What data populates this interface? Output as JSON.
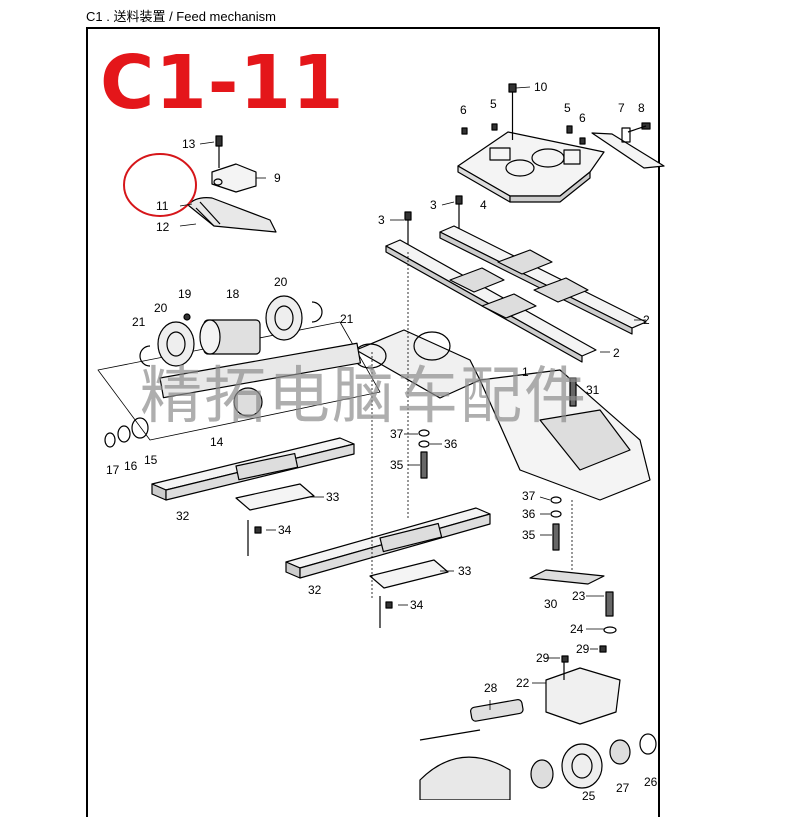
{
  "header": {
    "text": "C1 . 送料装置 / Feed mechanism"
  },
  "title": "C1-11",
  "watermark": "精拓电脑车配件",
  "colors": {
    "title_red": "#e4161a",
    "highlight_circle": "#d6161a",
    "watermark_gray": "#8d8d8d"
  },
  "callouts": [
    {
      "id": "10",
      "label": "10"
    },
    {
      "id": "6a",
      "label": "6"
    },
    {
      "id": "5a",
      "label": "5"
    },
    {
      "id": "5b",
      "label": "5"
    },
    {
      "id": "6b",
      "label": "6"
    },
    {
      "id": "7",
      "label": "7"
    },
    {
      "id": "8",
      "label": "8"
    },
    {
      "id": "13",
      "label": "13"
    },
    {
      "id": "9",
      "label": "9"
    },
    {
      "id": "11",
      "label": "11"
    },
    {
      "id": "12",
      "label": "12"
    },
    {
      "id": "3a",
      "label": "3"
    },
    {
      "id": "3b",
      "label": "3"
    },
    {
      "id": "4",
      "label": "4"
    },
    {
      "id": "19",
      "label": "19"
    },
    {
      "id": "18",
      "label": "18"
    },
    {
      "id": "20a",
      "label": "20"
    },
    {
      "id": "20b",
      "label": "20"
    },
    {
      "id": "21a",
      "label": "21"
    },
    {
      "id": "21b",
      "label": "21"
    },
    {
      "id": "2a",
      "label": "2"
    },
    {
      "id": "2b",
      "label": "2"
    },
    {
      "id": "1",
      "label": "1"
    },
    {
      "id": "31",
      "label": "31"
    },
    {
      "id": "14",
      "label": "14"
    },
    {
      "id": "17",
      "label": "17"
    },
    {
      "id": "16",
      "label": "16"
    },
    {
      "id": "15",
      "label": "15"
    },
    {
      "id": "37a",
      "label": "37"
    },
    {
      "id": "36a",
      "label": "36"
    },
    {
      "id": "35a",
      "label": "35"
    },
    {
      "id": "37b",
      "label": "37"
    },
    {
      "id": "36b",
      "label": "36"
    },
    {
      "id": "35b",
      "label": "35"
    },
    {
      "id": "32a",
      "label": "32"
    },
    {
      "id": "33a",
      "label": "33"
    },
    {
      "id": "34a",
      "label": "34"
    },
    {
      "id": "32b",
      "label": "32"
    },
    {
      "id": "33b",
      "label": "33"
    },
    {
      "id": "34b",
      "label": "34"
    },
    {
      "id": "30",
      "label": "30"
    },
    {
      "id": "23",
      "label": "23"
    },
    {
      "id": "24",
      "label": "24"
    },
    {
      "id": "29a",
      "label": "29"
    },
    {
      "id": "29b",
      "label": "29"
    },
    {
      "id": "22",
      "label": "22"
    },
    {
      "id": "28",
      "label": "28"
    },
    {
      "id": "27",
      "label": "27"
    },
    {
      "id": "26",
      "label": "26"
    },
    {
      "id": "25",
      "label": "25"
    }
  ]
}
